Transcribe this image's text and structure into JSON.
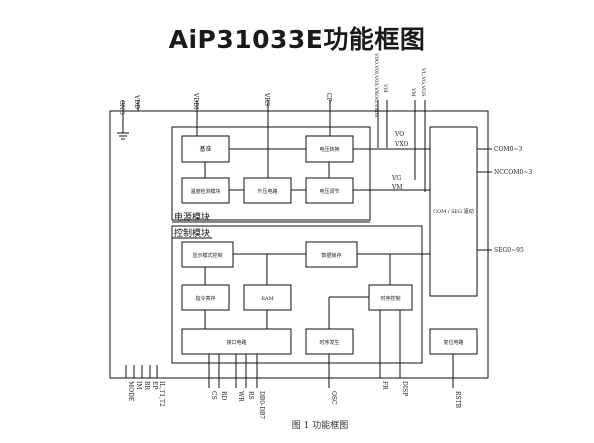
{
  "title": "AiP31033E功能框图",
  "caption": "图 1 功能框图",
  "sections": {
    "power": "电源模块",
    "control": "控制模块"
  },
  "blocks": {
    "power_top_left": "基准",
    "power_top_right": "电压转换",
    "power_bot_left": "温度检测模块",
    "power_bot_mid": "升压电路",
    "power_bot_right": "电压调节",
    "ctrl_top_left": "显示模式控制",
    "ctrl_top_right": "数据锁存",
    "ctrl_mid_left": "指令寄存",
    "ctrl_mid_mid": "RAM",
    "ctrl_bot_left": "接口电路",
    "ctrl_bot_mid": "时序发生",
    "ctrl_right": "时序控制",
    "driver": "COM / SEG 驱动",
    "reset": "复位电路"
  },
  "pins": {
    "top": [
      "GND",
      "VDD",
      "VDDI",
      "VRS",
      "CP",
      "V0O,V0I,V0S,VXOO,VX0S",
      "V0I",
      "VL,VG,VGS",
      "VM"
    ],
    "bottom_left": [
      "MODE",
      "IM",
      "BR",
      "EP",
      "IL,T1,T2"
    ],
    "bottom_mid": [
      "CS",
      "RD",
      "WR",
      "RS",
      "DB0-DB7"
    ],
    "bottom_right": [
      "OSC",
      "FR",
      "DISP",
      "RSTB"
    ],
    "internal": [
      "VO",
      "VXO",
      "VG",
      "VM"
    ],
    "right": [
      "COM0~3",
      "NCCOM0~3",
      "SEG0~95"
    ]
  }
}
